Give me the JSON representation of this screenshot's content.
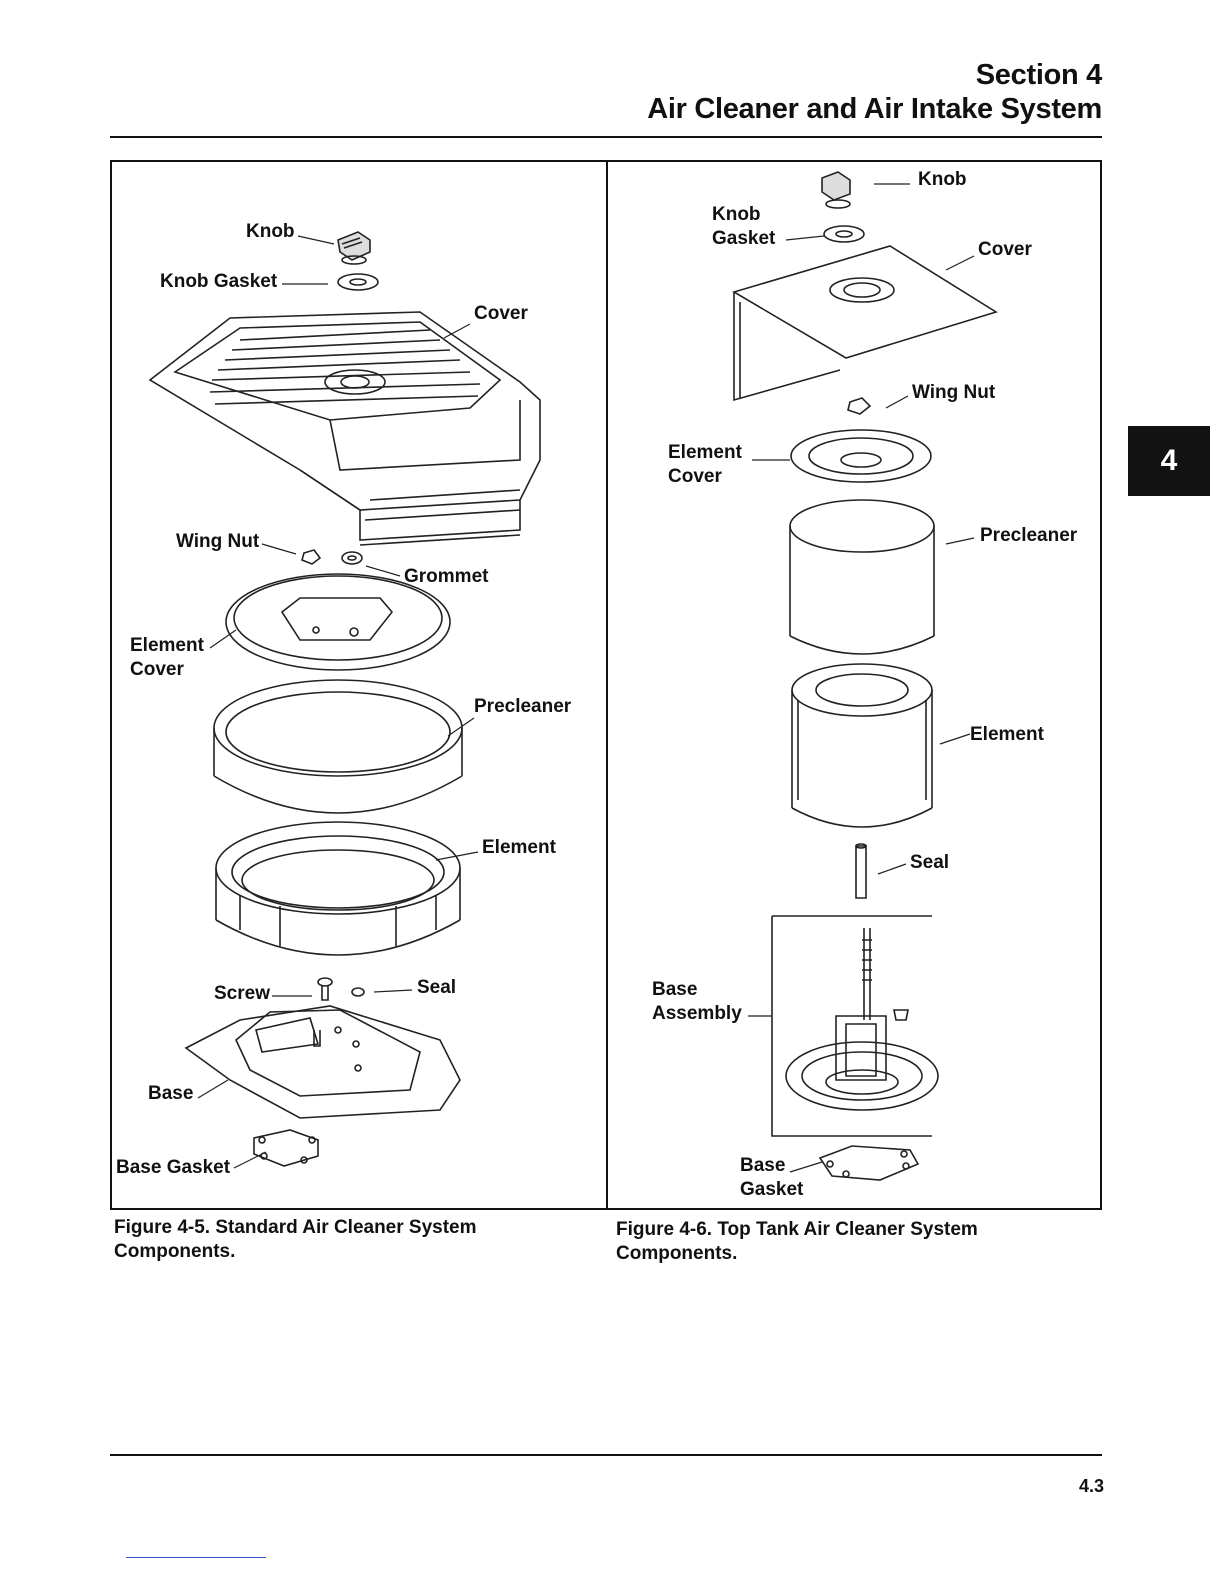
{
  "header": {
    "section": "Section 4",
    "title": "Air Cleaner and Air Intake System"
  },
  "tab_marker": "4",
  "figure_left": {
    "labels": {
      "knob": "Knob",
      "knob_gasket": "Knob Gasket",
      "cover": "Cover",
      "wing_nut": "Wing Nut",
      "grommet": "Grommet",
      "element_cover_1": "Element",
      "element_cover_2": "Cover",
      "precleaner": "Precleaner",
      "element": "Element",
      "screw": "Screw",
      "seal": "Seal",
      "base": "Base",
      "base_gasket": "Base Gasket"
    },
    "caption_line1": "Figure 4-5. Standard Air Cleaner System",
    "caption_line2": "Components."
  },
  "figure_right": {
    "labels": {
      "knob": "Knob",
      "knob_gasket_1": "Knob",
      "knob_gasket_2": "Gasket",
      "cover": "Cover",
      "wing_nut": "Wing Nut",
      "element_cover_1": "Element",
      "element_cover_2": "Cover",
      "precleaner": "Precleaner",
      "element": "Element",
      "seal": "Seal",
      "base_assembly_1": "Base",
      "base_assembly_2": "Assembly",
      "base_gasket_1": "Base",
      "base_gasket_2": "Gasket"
    },
    "caption_line1": "Figure 4-6. Top Tank Air Cleaner System",
    "caption_line2": "Components."
  },
  "page_number": "4.3"
}
